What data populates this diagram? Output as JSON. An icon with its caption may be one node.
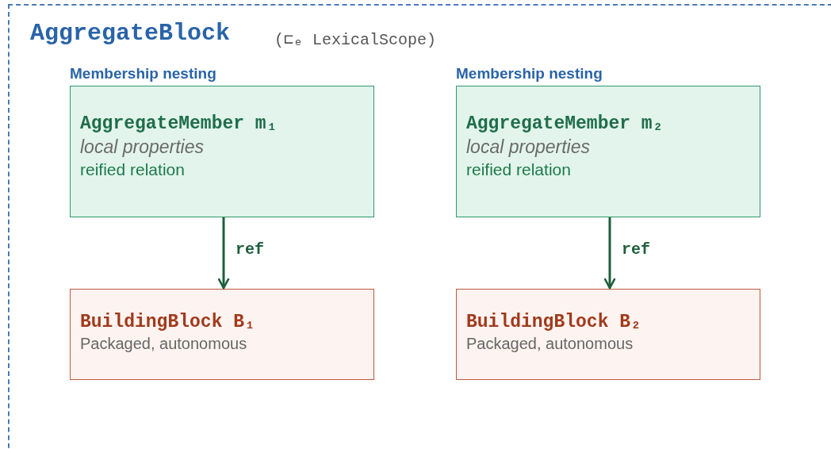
{
  "diagram": {
    "nodes": [
      {
        "text": [
          "AggregateBlock",
          "(⊏ₑ LexicalScope)"
        ]
      },
      {
        "text": [
          "Membership nesting",
          "AggregateMember m₁",
          "local properties",
          "reified relation"
        ],
        "in": 0
      },
      {
        "text": [
          "BuildingBlock B₁",
          "Packaged, autonomous"
        ],
        "in": 0
      },
      {
        "text": [
          "Membership nesting",
          "AggregateMember m₂",
          "local properties",
          "reified relation"
        ],
        "in": 0
      },
      {
        "text": [
          "BuildingBlock B₂",
          "Packaged, autonomous"
        ],
        "in": 0
      }
    ],
    "edges": [
      {
        "from": 1,
        "to": 2,
        "arrow": "to",
        "label": "ref"
      },
      {
        "from": 3,
        "to": 4,
        "arrow": "to",
        "label": "ref"
      }
    ]
  }
}
